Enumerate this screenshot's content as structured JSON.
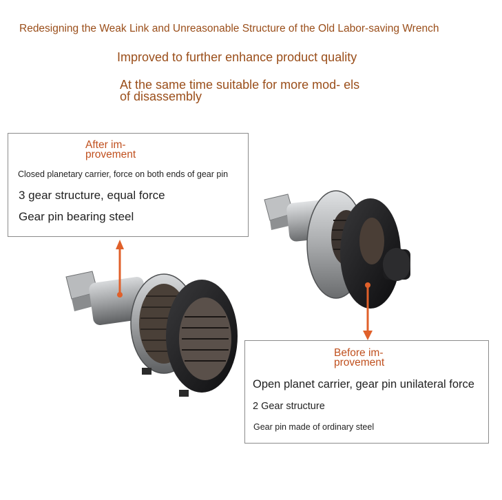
{
  "headlines": {
    "line1": "Redesigning the Weak Link and Unreasonable Structure of the Old Labor-saving Wrench",
    "line2": "Improved to further enhance product quality",
    "line3": "At the same time suitable for more mod- els of disassembly"
  },
  "after_box": {
    "title": "After im- provement",
    "line1": "Closed planetary carrier, force on both ends of gear pin",
    "line2": "3 gear structure, equal force",
    "line3": "Gear pin bearing steel"
  },
  "before_box": {
    "title": "Before im- provement",
    "line1": "Open planet carrier, gear pin unilateral force",
    "line2": "2 Gear structure",
    "line3": "Gear pin made of ordinary steel"
  },
  "colors": {
    "headline": "#9a4e1a",
    "box_title": "#c0501e",
    "arrow": "#e0602a",
    "metal": "#9ea0a2",
    "dark_ring": "#1e1e20"
  },
  "icons": {
    "after_photo": "ratchet-gear-assembly-after",
    "before_photo": "ratchet-gear-assembly-before",
    "arrow_up": "arrow-up-icon",
    "arrow_down": "arrow-down-icon"
  }
}
